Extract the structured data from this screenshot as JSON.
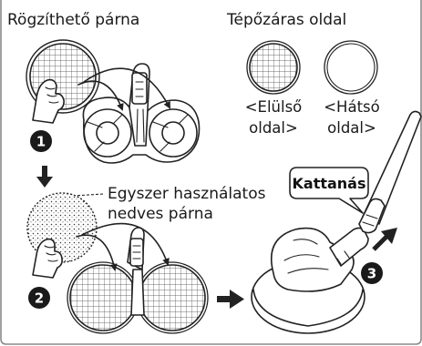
{
  "labels": {
    "fixed_pad": "Rögzíthető párna",
    "velcro_side": "Tépőzáras oldal",
    "front_side_line1": "<Elülső",
    "front_side_line2": "oldal>",
    "back_side_line1": "<Hátsó",
    "back_side_line2": "oldal>",
    "disposable_line1": "Egyszer használatos",
    "disposable_line2": "nedves párna",
    "click": "Kattanás"
  },
  "steps": [
    "1",
    "2",
    "3"
  ],
  "colors": {
    "line": "#222222",
    "badge": "#1a1a1a",
    "frame": "#8a8a8a"
  }
}
